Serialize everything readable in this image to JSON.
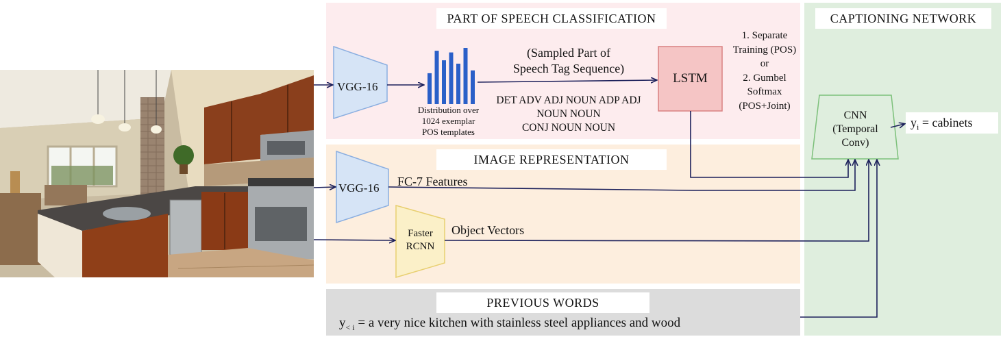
{
  "pos_panel": {
    "title": "PART OF SPEECH CLASSIFICATION",
    "vgg_label": "VGG-16",
    "distribution_caption": [
      "Distribution over",
      "1024 exemplar",
      "POS templates"
    ],
    "sampled_label": [
      "(Sampled Part of",
      "Speech Tag Sequence)"
    ],
    "tag_sequence": [
      "DET ADV ADJ NOUN ADP ADJ",
      "NOUN  NOUN",
      "CONJ NOUN NOUN"
    ],
    "lstm_label": "LSTM",
    "training_note": [
      "1. Separate",
      "Training (POS)",
      "or",
      "2. Gumbel",
      "Softmax",
      "(POS+Joint)"
    ]
  },
  "image_panel": {
    "title": "IMAGE REPRESENTATION",
    "vgg_label": "VGG-16",
    "fc7_label": "FC-7 Features",
    "rcnn_label": [
      "Faster",
      "RCNN"
    ],
    "object_label": "Object Vectors"
  },
  "previous_words": {
    "title": "PREVIOUS WORDS",
    "sentence_prefix": "y",
    "sentence_subscript": "< i",
    "sentence_text": " = a  very nice kitchen with stainless steel appliances and wood"
  },
  "captioning": {
    "title": "CAPTIONING NETWORK",
    "cnn_label": [
      "CNN",
      "(Temporal",
      "Conv)"
    ],
    "output_prefix": "y",
    "output_subscript": "i",
    "output_text": "  = cabinets"
  },
  "colors": {
    "pos_bg": "#fdecee",
    "image_bg": "#fdeede",
    "prev_bg": "#dcdcdc",
    "caption_bg": "#dfeede",
    "vgg_fill": "#d6e4f6",
    "vgg_stroke": "#8aaee0",
    "lstm_fill": "#f5c5c5",
    "lstm_stroke": "#d98080",
    "rcnn_fill": "#fbf0c8",
    "rcnn_stroke": "#e8cf70",
    "cnn_stroke": "#7cc07a",
    "bar_color": "#2a5fc8",
    "arrow_color": "#1b1f5a"
  },
  "histogram": {
    "values": [
      0.55,
      0.95,
      0.78,
      0.92,
      0.72,
      1.0,
      0.6
    ]
  }
}
